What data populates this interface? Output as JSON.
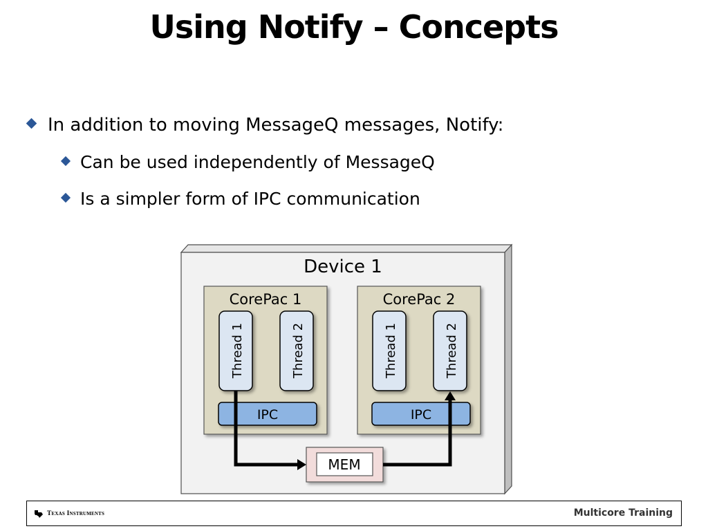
{
  "slide": {
    "title": "Using Notify – Concepts",
    "bullets": [
      "In addition to moving MessageQ messages, Notify:",
      "Can be used independently of MessageQ",
      "Is a simpler form of IPC communication"
    ]
  },
  "diagram": {
    "device_label": "Device 1",
    "corepacs": [
      {
        "label": "CorePac 1",
        "threads": [
          "Thread 1",
          "Thread 2"
        ],
        "ipc": "IPC"
      },
      {
        "label": "CorePac 2",
        "threads": [
          "Thread 1",
          "Thread 2"
        ],
        "ipc": "IPC"
      }
    ],
    "memory": "MEM",
    "colors": {
      "device_fill": "#f2f2f2",
      "corepac_fill": "#ddd9c3",
      "thread_fill": "#dce6f2",
      "ipc_fill": "#8db4e2",
      "mem_outer_fill": "#f2dcdb",
      "bullet_color": "#2b5797"
    }
  },
  "footer": {
    "logo_text": "Texas Instruments",
    "right_text": "Multicore Training"
  }
}
